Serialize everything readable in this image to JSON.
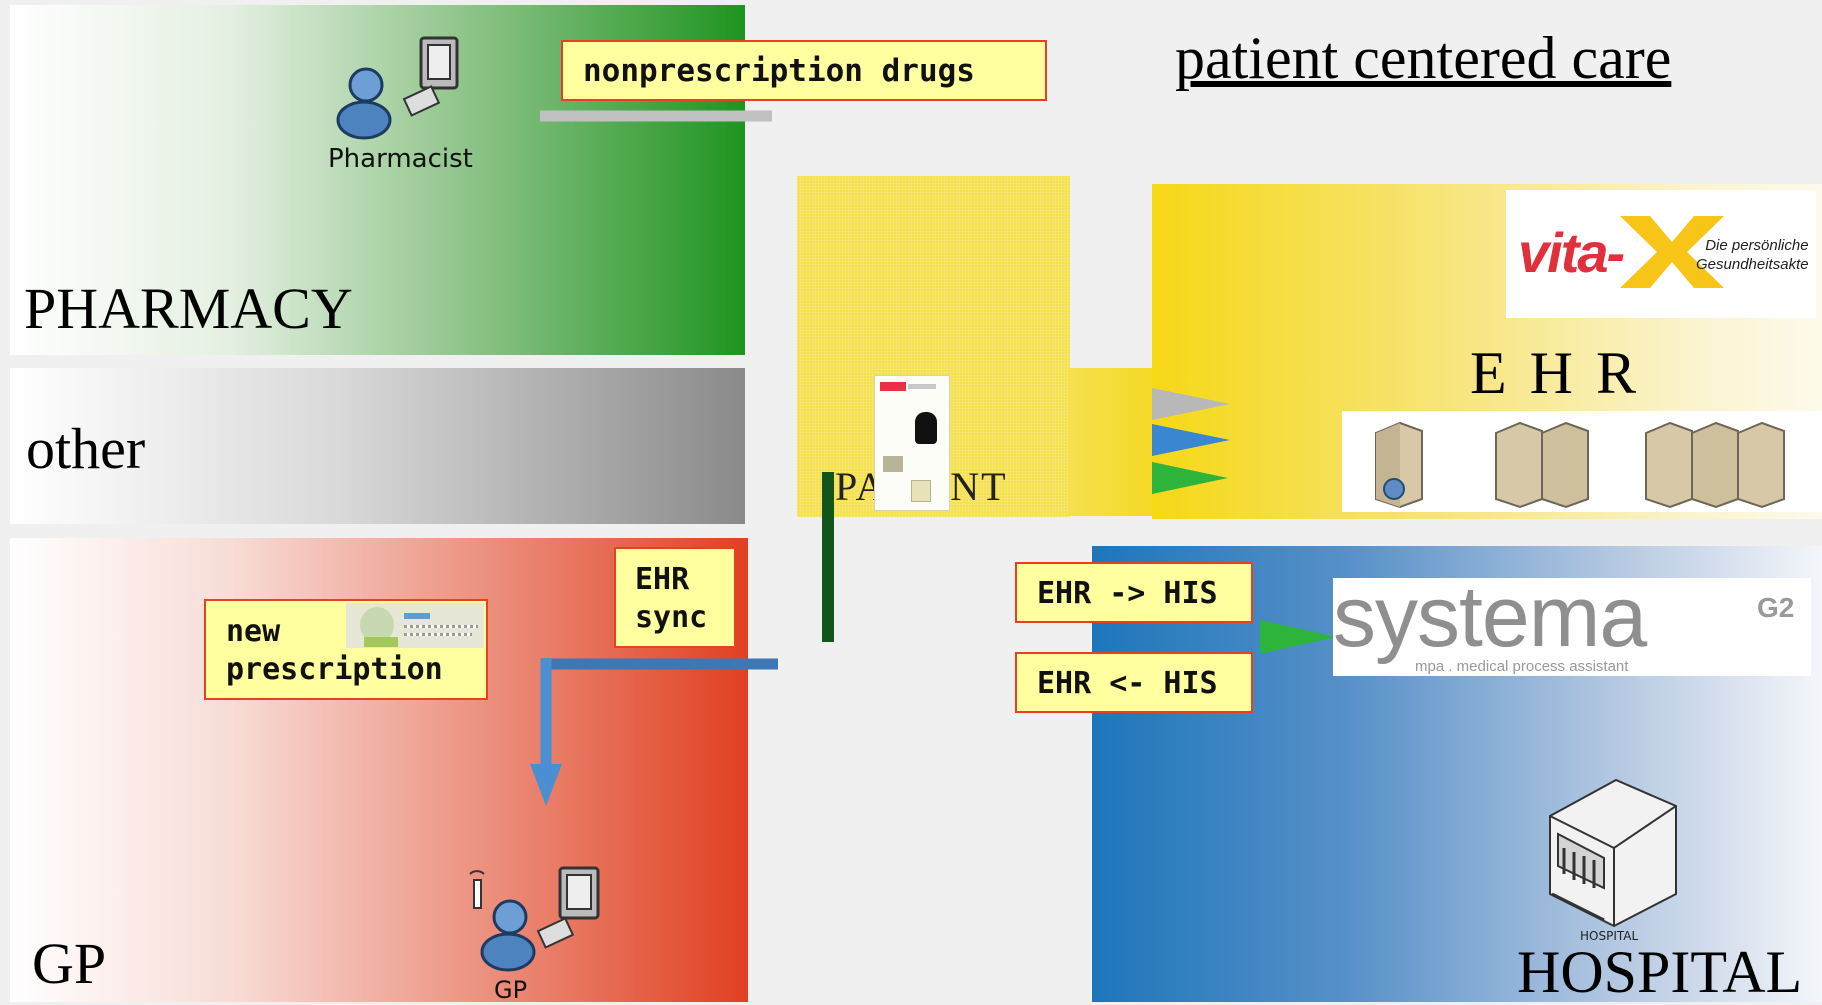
{
  "title": "patient centered care",
  "zones": {
    "pharmacy": "PHARMACY",
    "other": "other",
    "gp": "GP",
    "ehr": "E H R",
    "hospital": "HOSPITAL",
    "patient": "PATIENT"
  },
  "actors": {
    "pharmacist": "Pharmacist",
    "gp": "GP",
    "hospital_icon": "HOSPITAL"
  },
  "flow_labels": {
    "nonprescription": "nonprescription drugs",
    "ehr_sync": "EHR\nsync",
    "new_prescription": "new\nprescription",
    "ehr_to_his": "EHR -> HIS",
    "ehr_from_his": "EHR <- HIS"
  },
  "logos": {
    "vitax_brand": "vita-",
    "vitax_tagline": "Die persönliche\nGesundheitsakte",
    "systema_brand": "systema",
    "systema_version": "G2",
    "systema_tagline": "mpa . medical process assistant"
  },
  "colors": {
    "pharmacy": "#1f9420",
    "other": "#8a8a8a",
    "gp": "#e04020",
    "ehr": "#f6d816",
    "hospital": "#1d76bb",
    "label_fill": "#ffffa0",
    "label_border": "#e84020"
  },
  "icons": [
    "user-computer-icon",
    "user-computer-wireless-icon",
    "server-icon",
    "hospital-building-icon",
    "patient-card-icon"
  ]
}
